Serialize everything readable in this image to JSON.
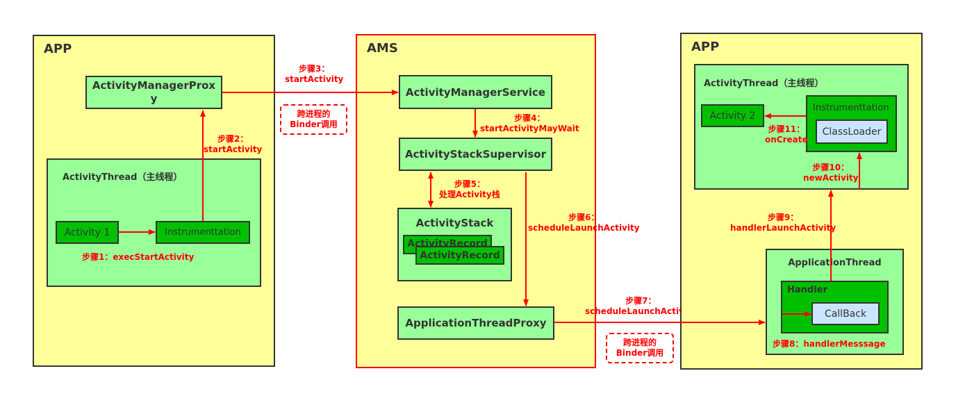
{
  "regions": {
    "app_left": {
      "title": "APP"
    },
    "ams": {
      "title": "AMS"
    },
    "app_right": {
      "title": "APP"
    }
  },
  "app_left": {
    "activity_manager_proxy_line1": "ActivityManagerProx",
    "activity_manager_proxy_line2": "y",
    "activity_thread_title": "ActivityThread（主线程）",
    "activity1": "Activity 1",
    "instrumentation": "Instrumenttation"
  },
  "ams": {
    "activity_manager_service": "ActivityManagerService",
    "activity_stack_supervisor": "ActivityStackSupervisor",
    "activity_stack": "ActivityStack",
    "activity_record_1": "ActivityRecord",
    "activity_record_2": "ActivityRecord",
    "application_thread_proxy": "ApplicationThreadProxy"
  },
  "app_right": {
    "activity_thread_title": "ActivityThread（主线程）",
    "activity2": "Activity 2",
    "instrumentation": "Instrumenttation",
    "class_loader": "ClassLoader",
    "application_thread": "ApplicationThread",
    "handler": "Handler",
    "callback": "CallBack"
  },
  "steps": {
    "s1": "步骤1：execStartActivity",
    "s2_line1": "步骤2：",
    "s2_line2": "startActivity",
    "s3_line1": "步骤3：",
    "s3_line2": "startActivity",
    "s4_line1": "步骤4：",
    "s4_line2": "startActivityMayWait",
    "s5_line1": "步骤5：",
    "s5_line2": "处理Activity栈",
    "s6_line1": "步骤6：",
    "s6_line2": "scheduleLaunchActivity",
    "s7_line1": "步骤7：",
    "s7_line2": "scheduleLaunchActivity",
    "s8": "步骤8：handlerMesssage",
    "s9_line1": "步骤9：",
    "s9_line2": "handlerLaunchActivity",
    "s10_line1": "步骤10：",
    "s10_line2": "newActivity",
    "s11_line1": "步骤11：",
    "s11_line2": "onCreate"
  },
  "binder_notes": [
    {
      "line1": "跨进程的",
      "line2": "Binder调用"
    },
    {
      "line1": "跨进程的",
      "line2": "Binder调用"
    }
  ],
  "colors": {
    "region_fill": "#ffff99",
    "box_light_green": "#99ff99",
    "box_green": "#00c000",
    "box_blue": "#cce5ff",
    "arrow_red": "#ff0000",
    "border_dark": "#333333"
  }
}
